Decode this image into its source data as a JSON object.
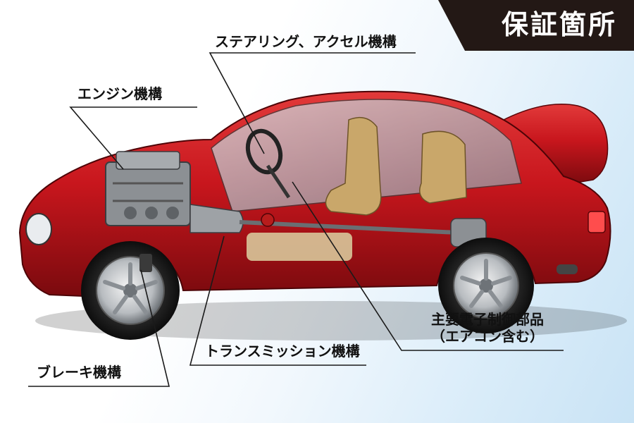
{
  "badge": {
    "title": "保証箇所"
  },
  "labels": {
    "steering": "ステアリング、アクセル機構",
    "engine": "エンジン機構",
    "electronics_line1": "主要電子制御部品",
    "electronics_line2": "（エアコン含む）",
    "transmission": "トランスミッション機構",
    "brake": "ブレーキ機構"
  },
  "colors": {
    "body_red": "#c8161d",
    "badge_bg": "#231815",
    "badge_text": "#ffffff",
    "leader_line": "#1a1a1a"
  }
}
